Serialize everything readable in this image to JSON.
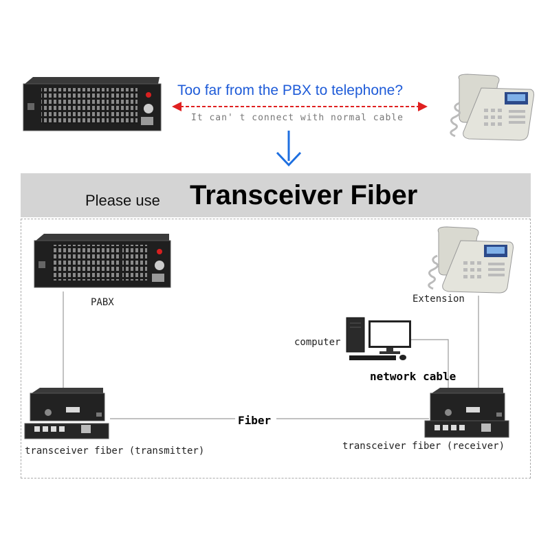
{
  "top": {
    "question": "Too far from the PBX to telephone?",
    "note": "It can' t connect with normal cable"
  },
  "banner": {
    "prefix": "Please use",
    "title": "Transceiver Fiber"
  },
  "labels": {
    "pabx": "PABX",
    "extension": "Extension",
    "computer": "computer",
    "network_cable": "network cable",
    "fiber": "Fiber",
    "transmitter": "transceiver fiber (transmitter)",
    "receiver": "transceiver fiber (receiver)"
  },
  "colors": {
    "question_text": "#1e5bd8",
    "arrow_red": "#e02020",
    "arrow_blue": "#1e6fe0",
    "banner_bg": "#d4d4d4"
  }
}
